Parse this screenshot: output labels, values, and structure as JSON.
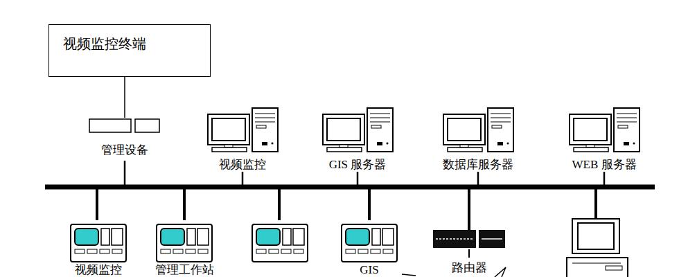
{
  "diagram": {
    "nodes": [
      {
        "text": [
          "视频监控终端"
        ]
      },
      {
        "text": [
          "管理设备"
        ]
      },
      {
        "text": [
          "视频监控"
        ]
      },
      {
        "text": [
          "GIS 服务器"
        ]
      },
      {
        "text": [
          "数据库服务器"
        ]
      },
      {
        "text": [
          "WEB 服务器"
        ]
      },
      {
        "text": [
          "视频监控"
        ]
      },
      {
        "text": [
          "管理工作站"
        ]
      },
      {
        "text": [
          "GIS"
        ]
      },
      {
        "text": [
          "路由器"
        ]
      }
    ],
    "edges": [
      {
        "from": 0,
        "to": 1,
        "arrow": "none"
      }
    ]
  }
}
